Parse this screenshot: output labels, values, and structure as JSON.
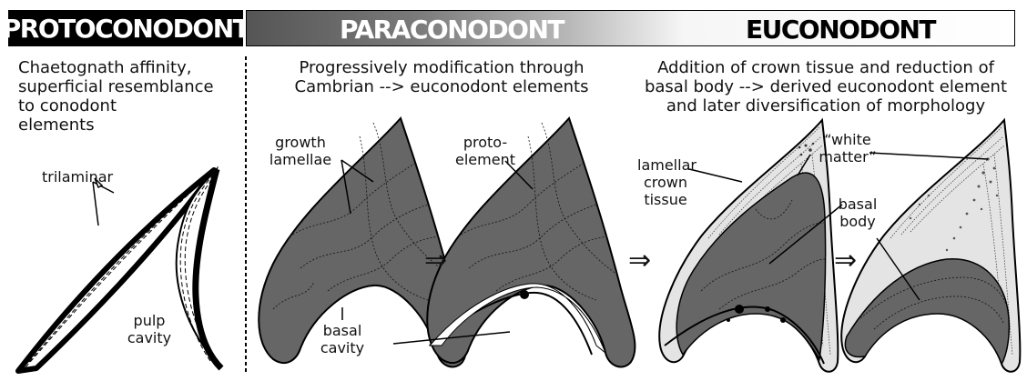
{
  "headers": {
    "protoconodont": "PROTOCONODONT",
    "paraconodont": "PARACONODONT",
    "euconodont": "EUCONODONT"
  },
  "descriptions": {
    "protoconodont": [
      "Chaetognath affinity,",
      "superficial resemblance",
      "to conodont",
      "elements"
    ],
    "paraconodont": [
      "Progressively modification through",
      "Cambrian --> euconodont elements"
    ],
    "euconodont": [
      "Addition of crown tissue and reduction of",
      "basal body --> derived euconodont element",
      "and later diversification of morphology"
    ]
  },
  "labels": {
    "trilaminar": "trilaminar",
    "pulp_cavity": [
      "pulp",
      "cavity"
    ],
    "growth_lamellae": [
      "growth",
      "lamellae"
    ],
    "proto_element": [
      "proto-",
      "element"
    ],
    "basal_cavity": [
      "basal",
      "cavity"
    ],
    "lamellar_crown_tissue": [
      "lamellar",
      "crown",
      "tissue"
    ],
    "white_matter": [
      "“white",
      "matter”"
    ],
    "basal_body": [
      "basal",
      "body"
    ]
  },
  "arrow_symbol": "⇒",
  "colors": {
    "element_fill": "#666666",
    "crown_fill": "#e4e4e4",
    "outline": "#000000",
    "header_dark": "#000000"
  }
}
